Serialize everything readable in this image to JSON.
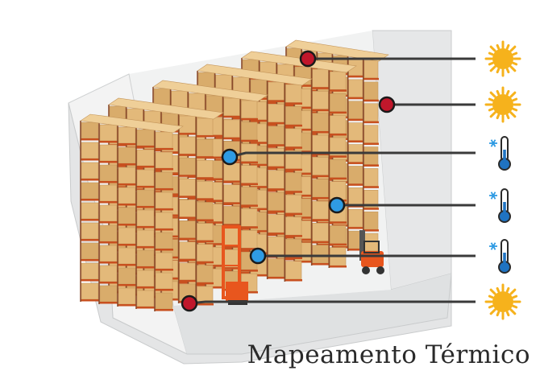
{
  "caption": "Mapeamento Térmico",
  "colors": {
    "hot_marker": "#c0172b",
    "cold_marker": "#2f9be3",
    "line": "#3a3a3a",
    "sun": "#f6b21c",
    "thermo_fill": "#1f73c2",
    "snowflake": "#2f9be3",
    "box": "#e3b97a",
    "rack": "#c8501f",
    "forklift": "#e8561e",
    "wall": "#e9eaea",
    "floor": "#dfe1e2"
  },
  "sensors": [
    {
      "id": "sensor-1",
      "state": "hot",
      "icon": "sun-icon"
    },
    {
      "id": "sensor-2",
      "state": "hot",
      "icon": "sun-icon"
    },
    {
      "id": "sensor-3",
      "state": "cold",
      "icon": "thermometer-cold-icon"
    },
    {
      "id": "sensor-4",
      "state": "cold",
      "icon": "thermometer-cold-icon"
    },
    {
      "id": "sensor-5",
      "state": "cold",
      "icon": "thermometer-cold-icon"
    },
    {
      "id": "sensor-6",
      "state": "hot",
      "icon": "sun-icon"
    }
  ]
}
